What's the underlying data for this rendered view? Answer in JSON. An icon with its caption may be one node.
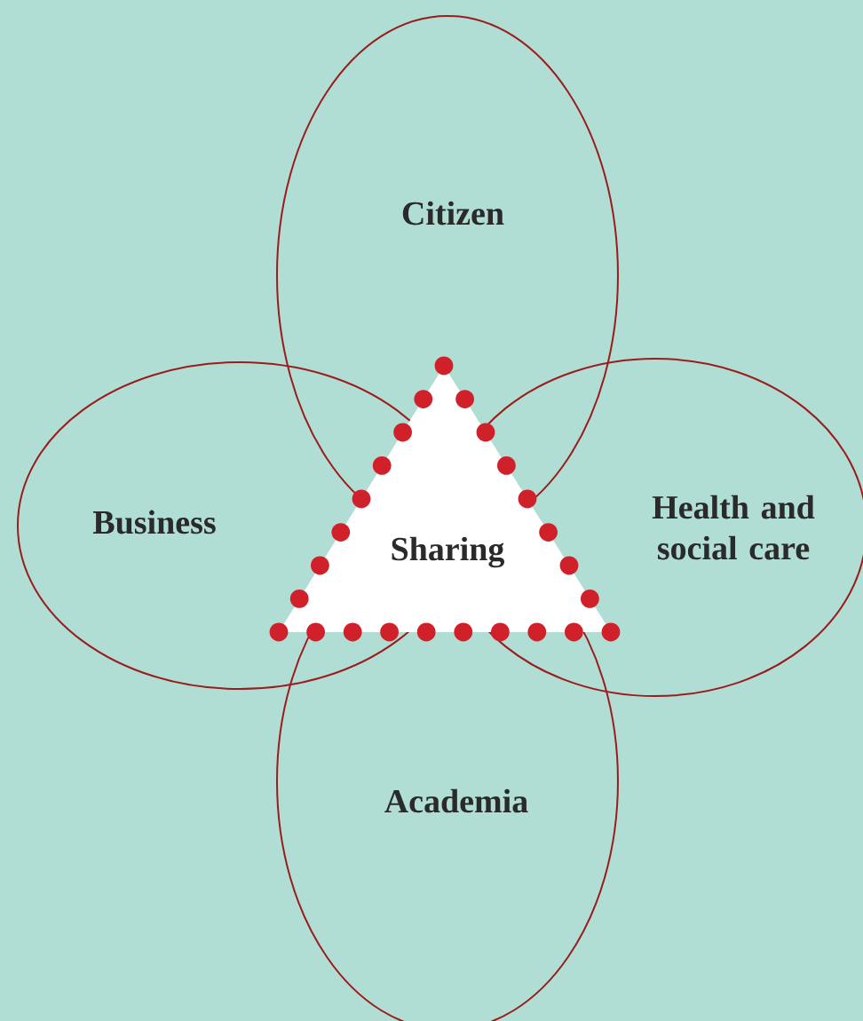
{
  "diagram": {
    "nodes": [
      {
        "text": [
          "Citizen"
        ]
      },
      {
        "text": [
          "Business"
        ]
      },
      {
        "text": [
          "Sharing"
        ]
      },
      {
        "text": [
          "Health and social care"
        ]
      },
      {
        "text": [
          "Academia"
        ]
      }
    ]
  }
}
